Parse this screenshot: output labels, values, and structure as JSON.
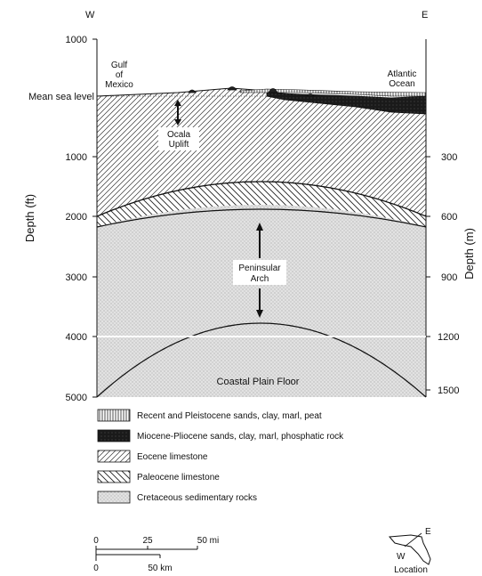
{
  "orientation": {
    "west": "W",
    "east": "E"
  },
  "axes": {
    "left_label": "Depth (ft)",
    "right_label": "Depth (m)",
    "left_ticks": [
      "1000",
      "1000",
      "2000",
      "3000",
      "4000",
      "5000"
    ],
    "sea_level_label": "Mean sea level",
    "right_ticks": [
      "300",
      "600",
      "900",
      "1200",
      "1500"
    ]
  },
  "annotations": {
    "gulf": [
      "Gulf",
      "of",
      "Mexico"
    ],
    "atlantic": [
      "Atlantic",
      "Ocean"
    ],
    "ocala": [
      "Ocala",
      "Uplift"
    ],
    "peninsular": [
      "Peninsular",
      "Arch"
    ],
    "floor": "Coastal Plain Floor"
  },
  "legend": [
    {
      "pattern": "vertical-lines",
      "label": "Recent and Pleistocene sands, clay, marl, peat"
    },
    {
      "pattern": "black-fill",
      "label": "Miocene-Pliocene sands, clay, marl, phosphatic rock"
    },
    {
      "pattern": "diagonal-forward",
      "label": "Eocene limestone"
    },
    {
      "pattern": "diagonal-back",
      "label": "Paleocene limestone"
    },
    {
      "pattern": "stipple",
      "label": "Cretaceous sedimentary rocks"
    }
  ],
  "scale": {
    "mi_ticks": [
      "0",
      "25",
      "50 mi"
    ],
    "km_ticks": [
      "0",
      "50 km"
    ]
  },
  "location": {
    "west": "W",
    "east": "E",
    "caption": "Location"
  }
}
